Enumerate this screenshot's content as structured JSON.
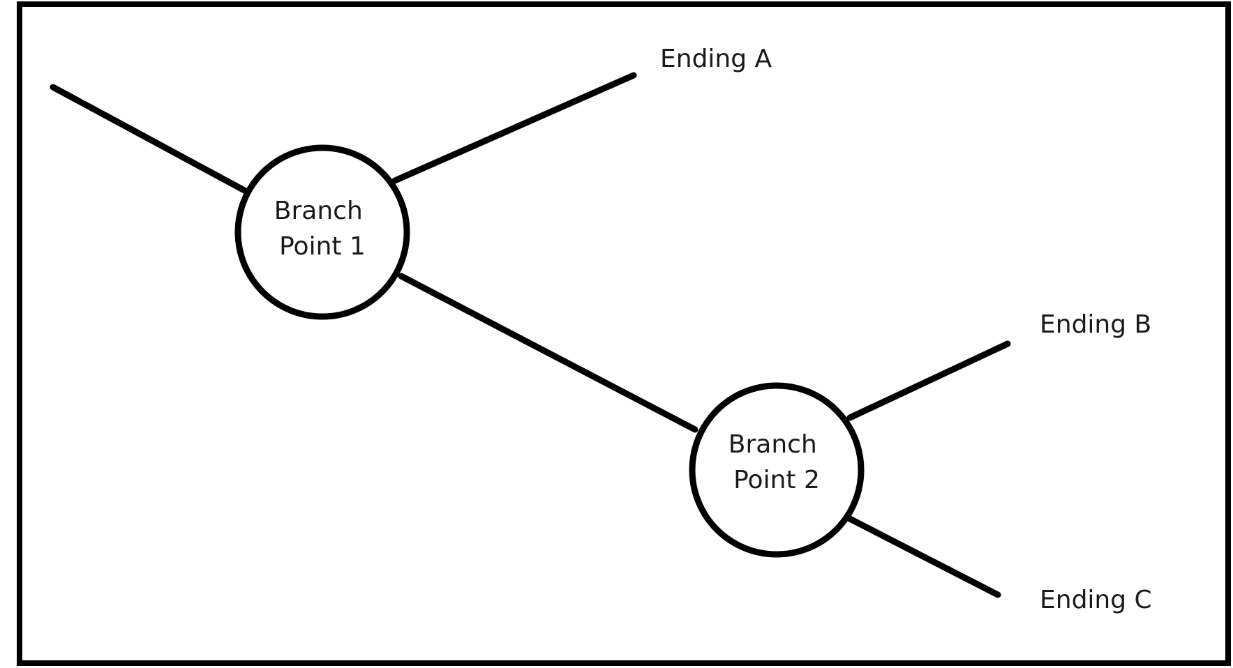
{
  "diagram": {
    "nodes": [
      {
        "id": "bp1",
        "line1": "Branch",
        "line2": "Point 1"
      },
      {
        "id": "bp2",
        "line1": "Branch",
        "line2": "Point 2"
      }
    ],
    "endings": [
      {
        "id": "a",
        "label": "Ending A"
      },
      {
        "id": "b",
        "label": "Ending B"
      },
      {
        "id": "c",
        "label": "Ending C"
      }
    ],
    "colors": {
      "stroke": "#000000",
      "text": "#1a1a1a",
      "background": "#ffffff"
    }
  }
}
